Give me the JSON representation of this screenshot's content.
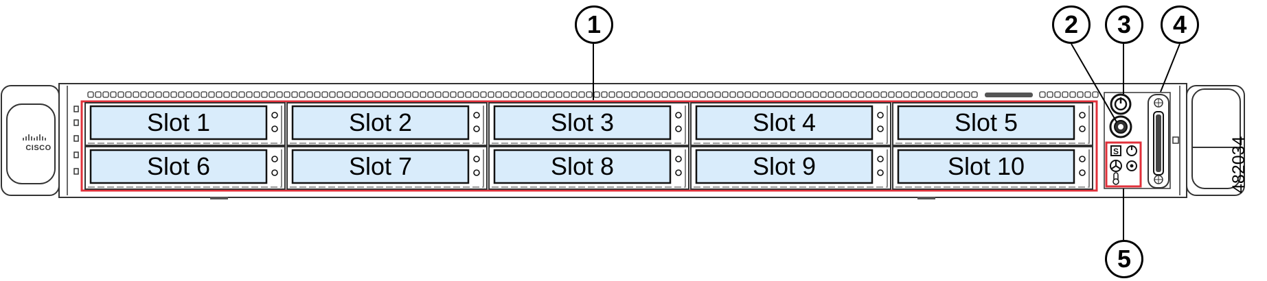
{
  "figure_id": "482034",
  "logo": "CISCO",
  "slots": [
    "Slot 1",
    "Slot 2",
    "Slot 3",
    "Slot 4",
    "Slot 5",
    "Slot 6",
    "Slot 7",
    "Slot 8",
    "Slot 9",
    "Slot 10"
  ],
  "callouts": [
    "1",
    "2",
    "3",
    "4",
    "5"
  ],
  "icons": [
    "power-button-icon",
    "unit-identification-button-icon",
    "status-led-icon",
    "power-status-icon",
    "fan-status-icon",
    "network-link-icon",
    "temperature-status-icon",
    "kvm-connector-icon"
  ],
  "colors": {
    "highlight": "#e0303a",
    "drive_label": "#d9ecfb",
    "chassis_line": "#333333"
  }
}
